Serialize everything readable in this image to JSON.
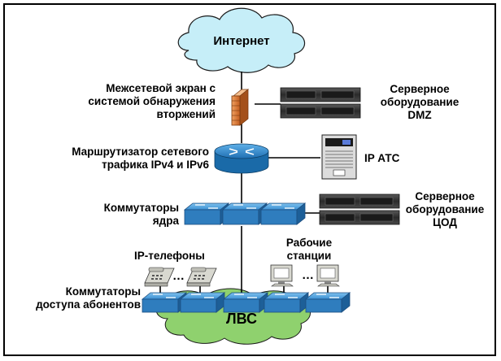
{
  "colors": {
    "internet_cloud": "#c6eef8",
    "lan_cloud": "#8fd16e",
    "switch": "#3a8fd2",
    "router": "#2e8ed4",
    "firewall": "#d9772f",
    "line": "#000000"
  },
  "internet": {
    "label": "Интернет"
  },
  "lan": {
    "label": "ЛВС"
  },
  "firewall": {
    "label_line1": "Межсетевой экран с",
    "label_line2": "системой обнаружения",
    "label_line3": "вторжений"
  },
  "router": {
    "label_line1": "Маршрутизатор сетевого",
    "label_line2": "трафика IPv4 и IPv6"
  },
  "core_switches": {
    "label_line1": "Коммутаторы",
    "label_line2": "ядра"
  },
  "access_switches": {
    "label_line1": "Коммутаторы",
    "label_line2": "доступа абонентов"
  },
  "dmz_servers": {
    "label_line1": "Серверное",
    "label_line2": "оборудование",
    "label_line3": "DMZ"
  },
  "pbx": {
    "label": "IP АТС"
  },
  "dc_servers": {
    "label_line1": "Серверное",
    "label_line2": "оборудование",
    "label_line3": "ЦОД"
  },
  "ip_phones": {
    "label": "IP-телефоны",
    "ellipsis": "…"
  },
  "workstations": {
    "label_line1": "Рабочие",
    "label_line2": "станции",
    "ellipsis": "…"
  }
}
